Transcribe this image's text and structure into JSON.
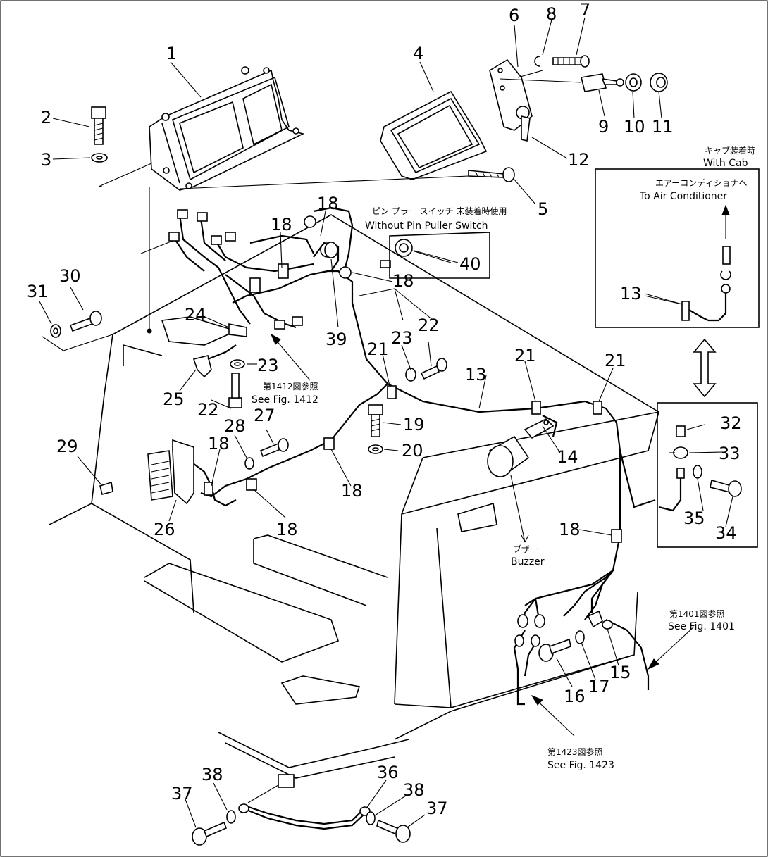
{
  "diagram": {
    "callouts": [
      {
        "id": "1",
        "text": "1"
      },
      {
        "id": "2",
        "text": "2"
      },
      {
        "id": "3",
        "text": "3"
      },
      {
        "id": "4",
        "text": "4"
      },
      {
        "id": "5",
        "text": "5"
      },
      {
        "id": "6",
        "text": "6"
      },
      {
        "id": "7",
        "text": "7"
      },
      {
        "id": "8",
        "text": "8"
      },
      {
        "id": "9",
        "text": "9"
      },
      {
        "id": "10",
        "text": "10"
      },
      {
        "id": "11",
        "text": "11"
      },
      {
        "id": "12",
        "text": "12"
      },
      {
        "id": "13a",
        "text": "13"
      },
      {
        "id": "13b",
        "text": "13"
      },
      {
        "id": "14",
        "text": "14"
      },
      {
        "id": "15",
        "text": "15"
      },
      {
        "id": "16",
        "text": "16"
      },
      {
        "id": "17",
        "text": "17"
      },
      {
        "id": "18a",
        "text": "18"
      },
      {
        "id": "18b",
        "text": "18"
      },
      {
        "id": "18c",
        "text": "18"
      },
      {
        "id": "18d",
        "text": "18"
      },
      {
        "id": "18e",
        "text": "18"
      },
      {
        "id": "18f",
        "text": "18"
      },
      {
        "id": "18g",
        "text": "18"
      },
      {
        "id": "19",
        "text": "19"
      },
      {
        "id": "20",
        "text": "20"
      },
      {
        "id": "21a",
        "text": "21"
      },
      {
        "id": "21b",
        "text": "21"
      },
      {
        "id": "21c",
        "text": "21"
      },
      {
        "id": "22a",
        "text": "22"
      },
      {
        "id": "22b",
        "text": "22"
      },
      {
        "id": "23a",
        "text": "23"
      },
      {
        "id": "23b",
        "text": "23"
      },
      {
        "id": "24",
        "text": "24"
      },
      {
        "id": "25",
        "text": "25"
      },
      {
        "id": "26",
        "text": "26"
      },
      {
        "id": "27",
        "text": "27"
      },
      {
        "id": "28",
        "text": "28"
      },
      {
        "id": "29",
        "text": "29"
      },
      {
        "id": "30",
        "text": "30"
      },
      {
        "id": "31",
        "text": "31"
      },
      {
        "id": "32",
        "text": "32"
      },
      {
        "id": "33",
        "text": "33"
      },
      {
        "id": "34",
        "text": "34"
      },
      {
        "id": "35",
        "text": "35"
      },
      {
        "id": "36",
        "text": "36"
      },
      {
        "id": "37a",
        "text": "37"
      },
      {
        "id": "37b",
        "text": "37"
      },
      {
        "id": "38a",
        "text": "38"
      },
      {
        "id": "38b",
        "text": "38"
      },
      {
        "id": "39",
        "text": "39"
      },
      {
        "id": "40",
        "text": "40"
      }
    ],
    "notes": {
      "with_cab_jp": "キャブ装着時",
      "with_cab_en": "With Cab",
      "air_con_jp": "エアーコンディショナへ",
      "air_con_en": "To Air Conditioner",
      "pin_puller_jp": "ピン プラー スイッチ 未装着時使用",
      "pin_puller_en": "Without Pin Puller Switch",
      "fig1412_jp": "第1412図参照",
      "fig1412_en": "See Fig. 1412",
      "buzzer_jp": "ブザー",
      "buzzer_en": "Buzzer",
      "fig1401_jp": "第1401図参照",
      "fig1401_en": "See Fig. 1401",
      "fig1423_jp": "第1423図参照",
      "fig1423_en": "See Fig. 1423"
    }
  }
}
